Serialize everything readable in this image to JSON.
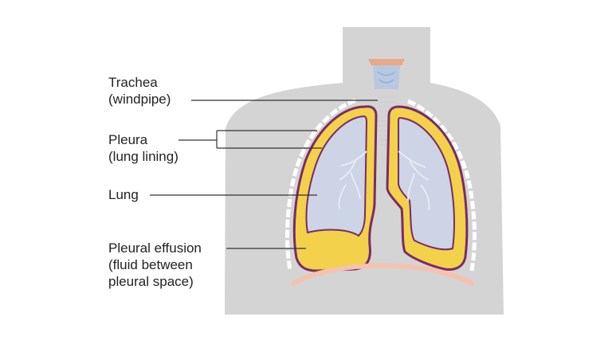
{
  "labels": {
    "trachea": {
      "line1": "Trachea",
      "line2": "(windpipe)"
    },
    "pleura": {
      "line1": "Pleura",
      "line2": "(lung lining)"
    },
    "lung": {
      "line1": "Lung"
    },
    "effusion": {
      "line1": "Pleural effusion",
      "line2": "(fluid between",
      "line3": "pleural space)"
    }
  },
  "colors": {
    "body": "#d4d4d4",
    "lung_fill": "#ccd4e6",
    "pleura_fill": "#f3d14a",
    "outline": "#7b2b66",
    "diaphragm": "#f5c2ae",
    "larynx": "#b8c8e2",
    "larynx_accent": "#e8a987",
    "leader": "#333333"
  }
}
